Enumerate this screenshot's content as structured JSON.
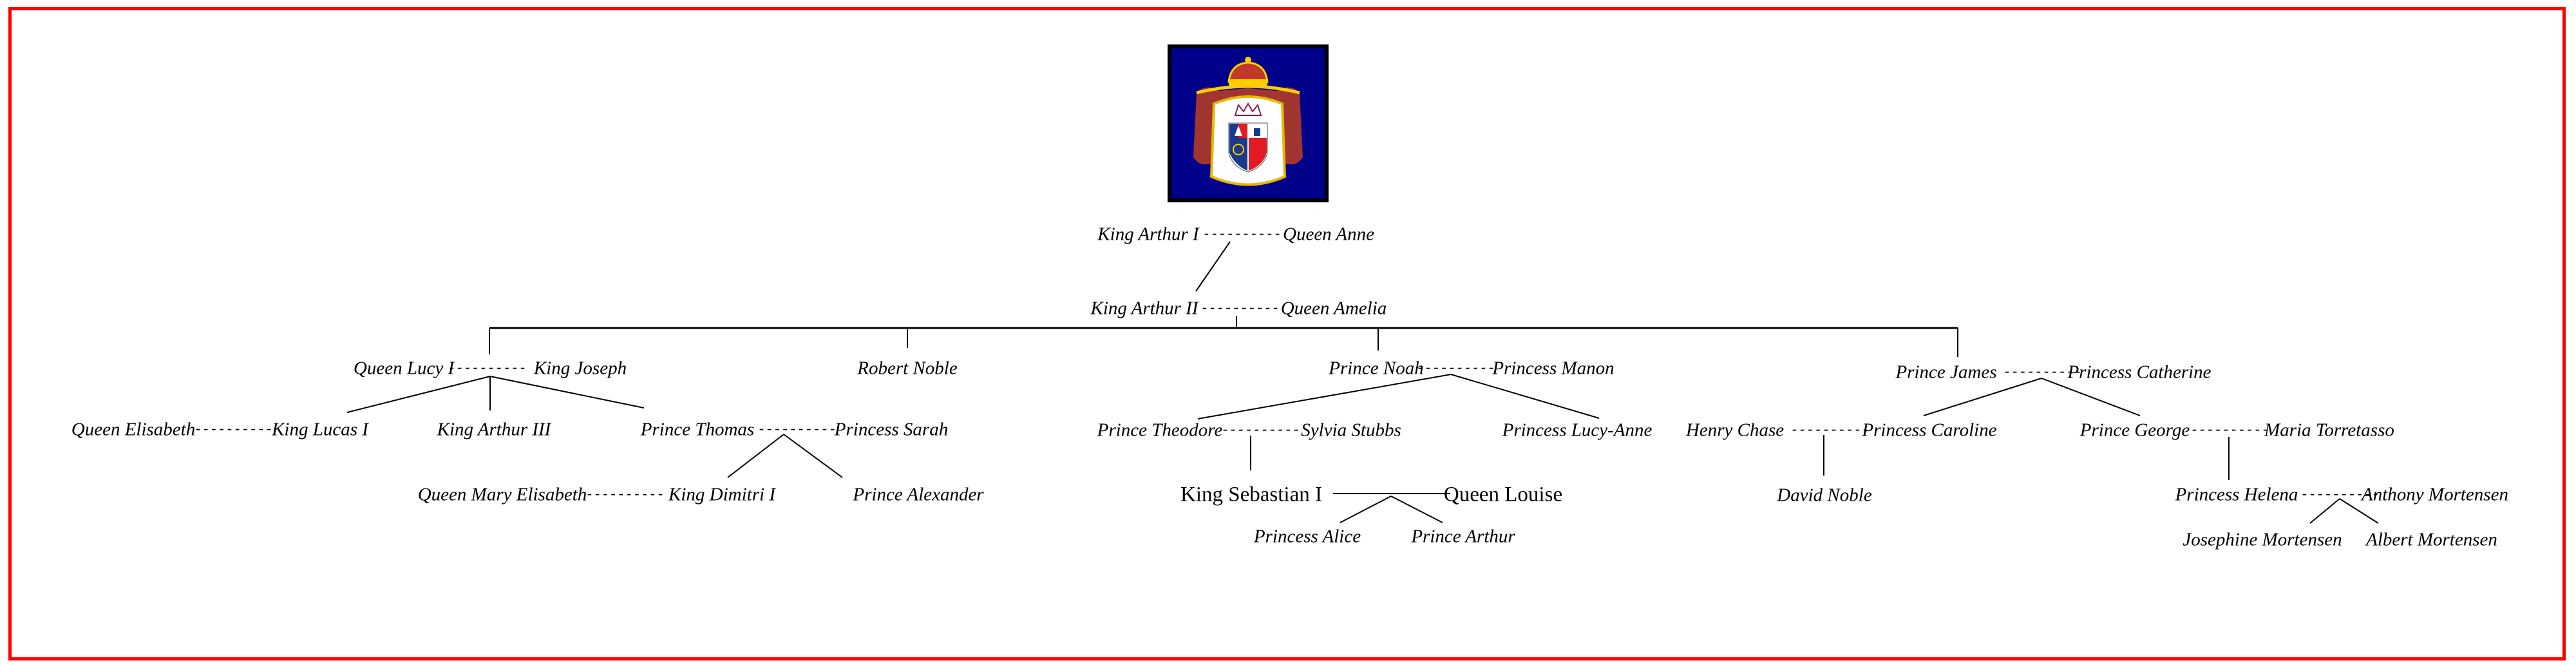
{
  "title": "Royal Family Tree",
  "emblem": {
    "icon": "coat-of-arms-icon",
    "background": "#00008b",
    "border": "#000000"
  },
  "frame_color": "#ff0000",
  "people": {
    "arthur1": "King Arthur I",
    "anne": "Queen Anne",
    "arthur2": "King Arthur II",
    "amelia": "Queen Amelia",
    "lucy1": "Queen Lucy I",
    "joseph": "King Joseph",
    "robert": "Robert Noble",
    "noah": "Prince Noah",
    "manon": "Princess Manon",
    "james": "Prince James",
    "catherine": "Princess Catherine",
    "elisabeth": "Queen Elisabeth",
    "lucas1": "King Lucas I",
    "arthur3": "King Arthur III",
    "thomas": "Prince Thomas",
    "sarah": "Princess Sarah",
    "mary_elisabeth": "Queen Mary Elisabeth",
    "dimitri1": "King Dimitri I",
    "alexander": "Prince Alexander",
    "theodore": "Prince Theodore",
    "sylvia": "Sylvia Stubbs",
    "lucy_anne": "Princess Lucy-Anne",
    "sebastian1": "King Sebastian I",
    "louise": "Queen Louise",
    "alice": "Princess Alice",
    "prince_arthur": "Prince Arthur",
    "henry": "Henry Chase",
    "caroline": "Princess Caroline",
    "david": "David Noble",
    "george": "Prince George",
    "maria": "Maria Torretasso",
    "helena": "Princess Helena",
    "anthony": "Anthony Mortensen",
    "josephine": "Josephine Mortensen",
    "albert": "Albert Mortensen"
  },
  "marriage_symbol": "----------",
  "marriages": [
    [
      "arthur1",
      "anne"
    ],
    [
      "arthur2",
      "amelia"
    ],
    [
      "lucy1",
      "joseph"
    ],
    [
      "noah",
      "manon"
    ],
    [
      "james",
      "catherine"
    ],
    [
      "elisabeth",
      "lucas1"
    ],
    [
      "thomas",
      "sarah"
    ],
    [
      "mary_elisabeth",
      "dimitri1"
    ],
    [
      "theodore",
      "sylvia"
    ],
    [
      "sebastian1",
      "louise"
    ],
    [
      "henry",
      "caroline"
    ],
    [
      "george",
      "maria"
    ],
    [
      "helena",
      "anthony"
    ]
  ],
  "descent": [
    {
      "parents": [
        "arthur1",
        "anne"
      ],
      "children": [
        "arthur2"
      ]
    },
    {
      "parents": [
        "arthur2",
        "amelia"
      ],
      "children": [
        "lucy1",
        "robert",
        "noah",
        "james"
      ]
    },
    {
      "parents": [
        "lucy1",
        "joseph"
      ],
      "children": [
        "lucas1",
        "arthur3",
        "thomas"
      ]
    },
    {
      "parents": [
        "thomas",
        "sarah"
      ],
      "children": [
        "dimitri1",
        "alexander"
      ]
    },
    {
      "parents": [
        "noah",
        "manon"
      ],
      "children": [
        "theodore",
        "lucy_anne"
      ]
    },
    {
      "parents": [
        "theodore",
        "sylvia"
      ],
      "children": [
        "sebastian1"
      ]
    },
    {
      "parents": [
        "sebastian1",
        "louise"
      ],
      "children": [
        "alice",
        "prince_arthur"
      ]
    },
    {
      "parents": [
        "james",
        "catherine"
      ],
      "children": [
        "caroline",
        "george"
      ]
    },
    {
      "parents": [
        "henry",
        "caroline"
      ],
      "children": [
        "david"
      ]
    },
    {
      "parents": [
        "george",
        "maria"
      ],
      "children": [
        "helena"
      ]
    },
    {
      "parents": [
        "helena",
        "anthony"
      ],
      "children": [
        "josephine",
        "albert"
      ]
    }
  ]
}
